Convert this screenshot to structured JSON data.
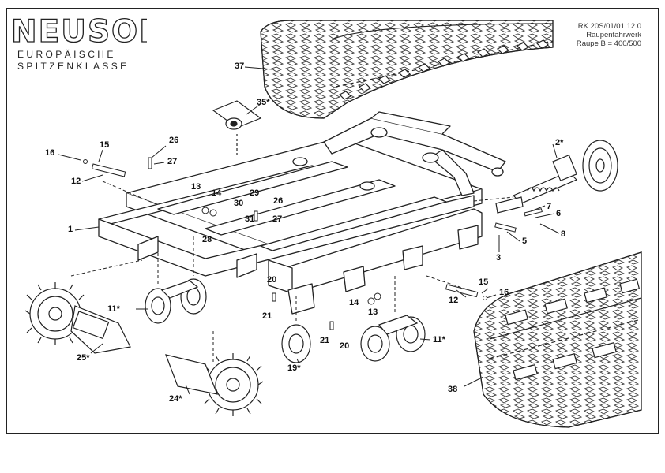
{
  "logo": {
    "brand": "NEUSON",
    "line1": "EUROPÄISCHE",
    "line2": "SPITZENKLASSE"
  },
  "doc": {
    "code": "RK 20S/01/01.12.0",
    "title": "Raupenfahrwerk",
    "variant": "Raupe B = 400/500"
  },
  "parts": [
    {
      "id": "p37",
      "label": "37"
    },
    {
      "id": "p35",
      "label": "35*"
    },
    {
      "id": "p2",
      "label": "2*"
    },
    {
      "id": "p16a",
      "label": "16"
    },
    {
      "id": "p15a",
      "label": "15"
    },
    {
      "id": "p26a",
      "label": "26"
    },
    {
      "id": "p27a",
      "label": "27"
    },
    {
      "id": "p12a",
      "label": "12"
    },
    {
      "id": "p13a",
      "label": "13"
    },
    {
      "id": "p14a",
      "label": "14"
    },
    {
      "id": "p29",
      "label": "29"
    },
    {
      "id": "p30",
      "label": "30"
    },
    {
      "id": "p26b",
      "label": "26"
    },
    {
      "id": "p31",
      "label": "31"
    },
    {
      "id": "p27b",
      "label": "27"
    },
    {
      "id": "p28",
      "label": "28"
    },
    {
      "id": "p1",
      "label": "1"
    },
    {
      "id": "p7",
      "label": "7"
    },
    {
      "id": "p6",
      "label": "6"
    },
    {
      "id": "p8",
      "label": "8"
    },
    {
      "id": "p5",
      "label": "5"
    },
    {
      "id": "p3",
      "label": "3"
    },
    {
      "id": "p15b",
      "label": "15"
    },
    {
      "id": "p16b",
      "label": "16"
    },
    {
      "id": "p12b",
      "label": "12"
    },
    {
      "id": "p20a",
      "label": "20"
    },
    {
      "id": "p21a",
      "label": "21"
    },
    {
      "id": "p14b",
      "label": "14"
    },
    {
      "id": "p13b",
      "label": "13"
    },
    {
      "id": "p11a",
      "label": "11*"
    },
    {
      "id": "p11b",
      "label": "11*"
    },
    {
      "id": "p21b",
      "label": "21"
    },
    {
      "id": "p20b",
      "label": "20"
    },
    {
      "id": "p25",
      "label": "25*"
    },
    {
      "id": "p19",
      "label": "19*"
    },
    {
      "id": "p24",
      "label": "24*"
    },
    {
      "id": "p38",
      "label": "38"
    }
  ]
}
